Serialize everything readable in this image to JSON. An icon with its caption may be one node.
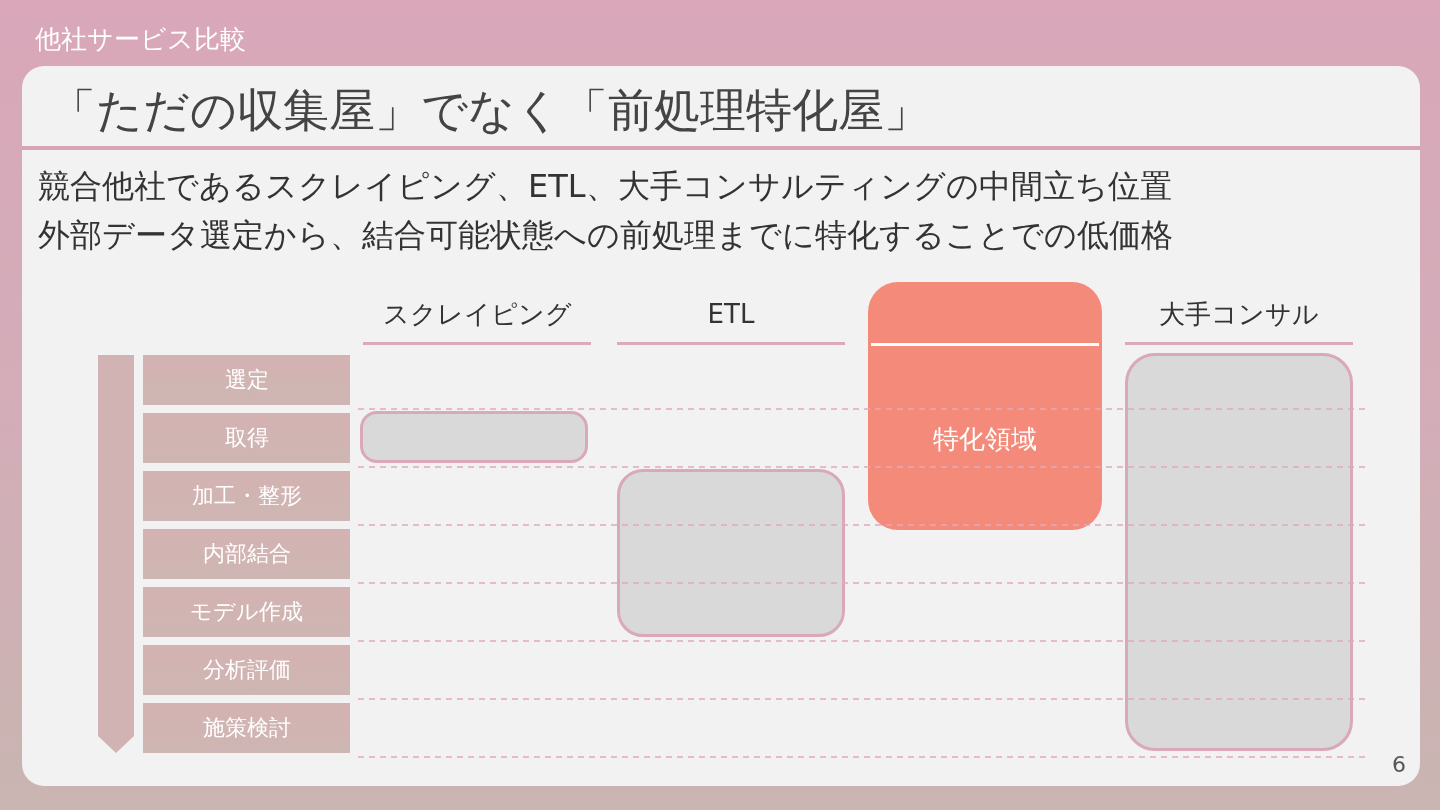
{
  "diagram": {
    "title": "「ただの収集屋」でなく「前処理特化屋」",
    "nodes": [
      {
        "text": [
          "選定"
        ]
      },
      {
        "text": [
          "取得"
        ]
      },
      {
        "text": [
          "加工・整形"
        ]
      },
      {
        "text": [
          "内部結合"
        ]
      },
      {
        "text": [
          "モデル作成"
        ]
      },
      {
        "text": [
          "分析評価"
        ]
      },
      {
        "text": [
          "施策検討"
        ]
      },
      {
        "text": [],
        "shape": "box"
      },
      {
        "text": [],
        "shape": "box"
      },
      {
        "text": [
          "特化領域"
        ]
      },
      {
        "text": [],
        "shape": "box"
      }
    ],
    "labels": [
      "他社サービス比較",
      "競合他社であるスクレイピング、ETL、大手コンサルティングの中間立ち位置",
      "外部データ選定から、結合可能状態への前処理までに特化することでの低価格",
      "スクレイピング",
      "ETL",
      "大手コンサル",
      "6"
    ]
  }
}
